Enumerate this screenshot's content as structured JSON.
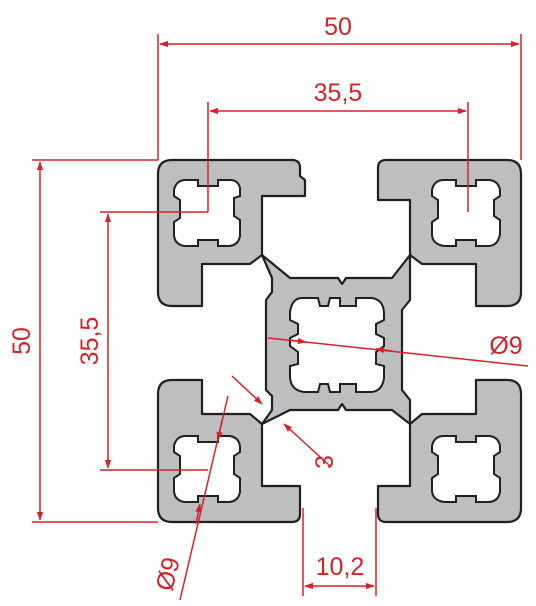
{
  "drawing": {
    "dimensions": {
      "overall_width": "50",
      "slot_spacing_horizontal": "35,5",
      "overall_height": "50",
      "slot_spacing_vertical": "35,5",
      "core_bore_diameter": "Ø9",
      "wall_thickness": "3",
      "corner_bore_diameter": "Ø9",
      "slot_opening_width": "10,2"
    },
    "colors": {
      "profile_fill": "#bcbec0",
      "outline": "#231f20",
      "dimension": "#d2232a",
      "background": "#ffffff"
    }
  }
}
